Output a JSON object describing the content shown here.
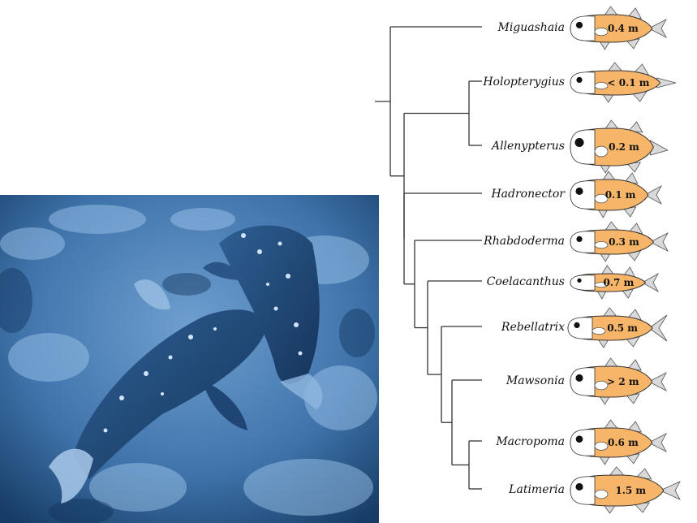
{
  "photo": {
    "description_icon": "coelacanth-photo"
  },
  "taxa": [
    {
      "name": "Miguashaia",
      "size": "0.4 m"
    },
    {
      "name": "Holopterygius",
      "size": "< 0.1 m"
    },
    {
      "name": "Allenypterus",
      "size": "0.2 m"
    },
    {
      "name": "Hadronector",
      "size": "0.1 m"
    },
    {
      "name": "Rhabdoderma",
      "size": "0.3 m"
    },
    {
      "name": "Coelacanthus",
      "size": "0.7 m"
    },
    {
      "name": "Rebellatrix",
      "size": "0.5 m"
    },
    {
      "name": "Mawsonia",
      "size": "> 2 m"
    },
    {
      "name": "Macropoma",
      "size": "0.6 m"
    },
    {
      "name": "Latimeria",
      "size": "1.5 m"
    }
  ],
  "colors": {
    "fish_body": "#f7b569",
    "fish_fin": "#d9d9d9",
    "tree_line": "#333333",
    "photo_tint": "#4a7fb3"
  }
}
